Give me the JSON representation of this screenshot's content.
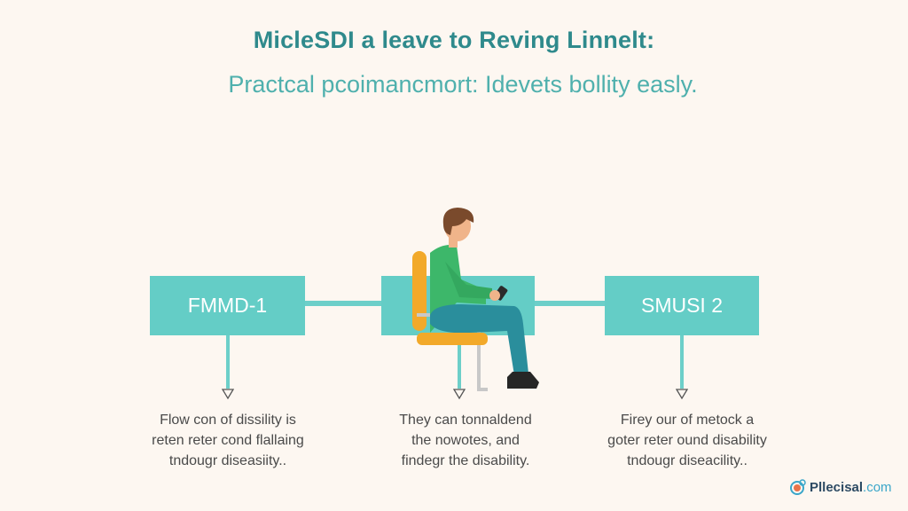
{
  "header": {
    "title": "MicleSDI a leave to Reving Linnelt:",
    "subtitle": "Practcal pcoimancmort: Idevets bollity easly."
  },
  "diagram": {
    "nodes": [
      {
        "label": "FMMD-1",
        "description": [
          "Flow con of dissility is",
          "reten reter cond flallaing",
          "tndougr diseasiity.."
        ]
      },
      {
        "label": "",
        "description": [
          "They can tonnaldend",
          "the nowotes, and",
          "findegr the disability."
        ]
      },
      {
        "label": "SMUSI 2",
        "description": [
          "Firey our of metock a",
          "goter reter ound disability",
          "tndougr diseacility.."
        ]
      }
    ],
    "illustration": "person-sitting-on-chair-with-phone"
  },
  "footer": {
    "logo_brand": "Pllecisal",
    "logo_tld": ".com"
  },
  "colors": {
    "title": "#2f8a8c",
    "subtitle": "#4fb0ad",
    "box": "#64cdc6",
    "background": "#fdf7f1",
    "shirt": "#3db76a",
    "pants": "#2a8e9c",
    "chair": "#f2a92a"
  }
}
